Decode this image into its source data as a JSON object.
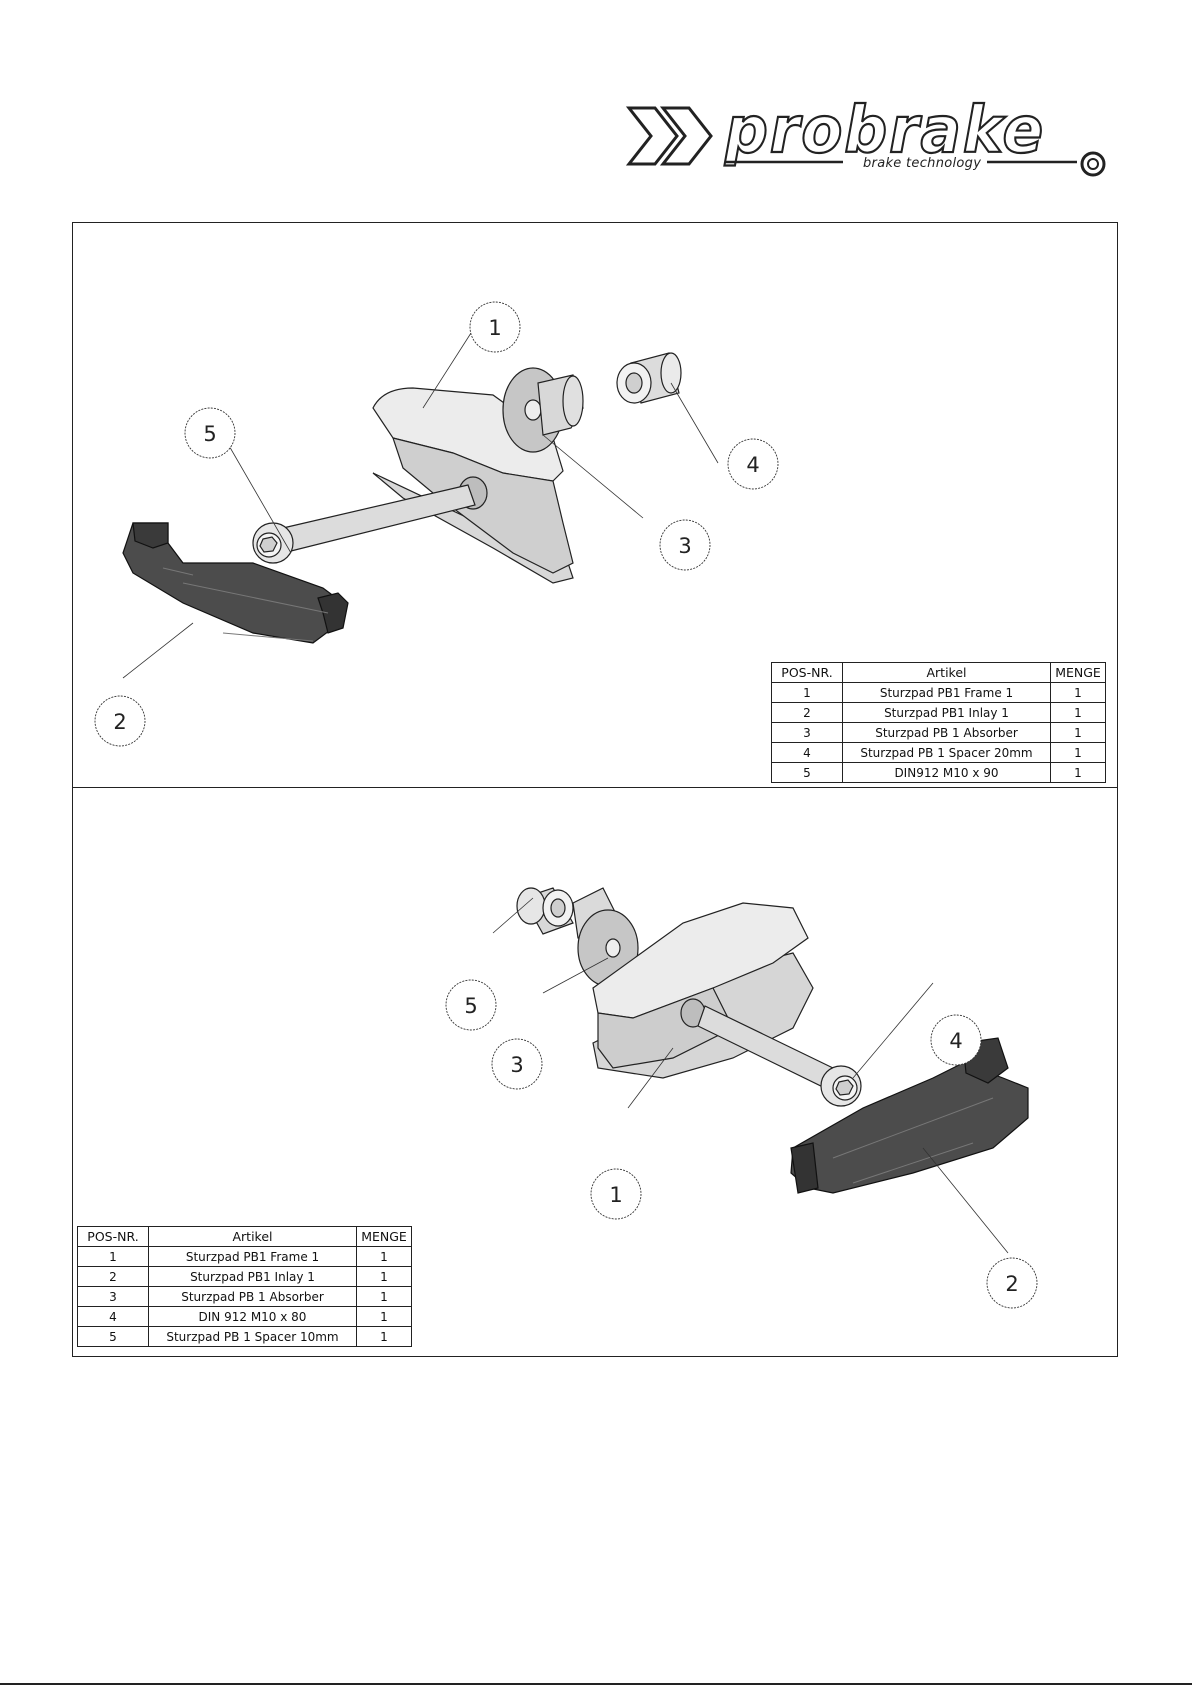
{
  "logo": {
    "brand": "probrake",
    "tagline": "brake technology"
  },
  "views": [
    {
      "balloons": [
        "1",
        "2",
        "3",
        "4",
        "5"
      ],
      "bom": {
        "headers": [
          "POS-NR.",
          "Artikel",
          "MENGE"
        ],
        "rows": [
          [
            "1",
            "Sturzpad PB1 Frame 1",
            "1"
          ],
          [
            "2",
            "Sturzpad PB1 Inlay 1",
            "1"
          ],
          [
            "3",
            "Sturzpad PB 1 Absorber",
            "1"
          ],
          [
            "4",
            "Sturzpad PB 1 Spacer 20mm",
            "1"
          ],
          [
            "5",
            "DIN912 M10 x 90",
            "1"
          ]
        ]
      }
    },
    {
      "balloons": [
        "1",
        "2",
        "3",
        "4",
        "5"
      ],
      "bom": {
        "headers": [
          "POS-NR.",
          "Artikel",
          "MENGE"
        ],
        "rows": [
          [
            "1",
            "Sturzpad PB1 Frame 1",
            "1"
          ],
          [
            "2",
            "Sturzpad PB1 Inlay 1",
            "1"
          ],
          [
            "3",
            "Sturzpad PB 1 Absorber",
            "1"
          ],
          [
            "4",
            "DIN 912 M10 x 80",
            "1"
          ],
          [
            "5",
            "Sturzpad PB 1 Spacer 10mm",
            "1"
          ]
        ]
      }
    }
  ],
  "colors": {
    "line": "#222222",
    "part_light": "#e6e6e6",
    "part_mid": "#c8c8c8",
    "part_dark": "#4a4a4a",
    "part_darker": "#333333"
  }
}
